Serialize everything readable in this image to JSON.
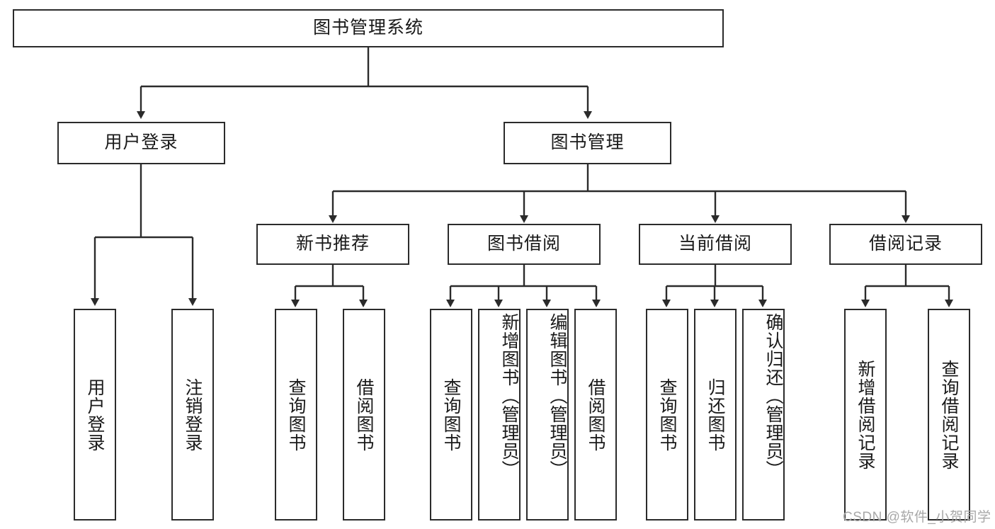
{
  "diagram": {
    "type": "tree-hierarchy-diagram",
    "title_node": {
      "label": "图书管理系统"
    },
    "level2": [
      {
        "id": "user-login",
        "label": "用户登录"
      },
      {
        "id": "book-management",
        "label": "图书管理"
      }
    ],
    "level3": [
      {
        "id": "new-book-recommend",
        "label": "新书推荐"
      },
      {
        "id": "book-borrow",
        "label": "图书借阅"
      },
      {
        "id": "current-borrow",
        "label": "当前借阅"
      },
      {
        "id": "borrow-record",
        "label": "借阅记录"
      }
    ],
    "leaves": [
      {
        "id": "leaf-user-login",
        "label": "用户登录",
        "parent": "用户登录"
      },
      {
        "id": "leaf-logout-login",
        "label": "注销登录",
        "parent": "用户登录"
      },
      {
        "id": "leaf-query-book-1",
        "label": "查询图书",
        "parent": "新书推荐"
      },
      {
        "id": "leaf-borrow-book-1",
        "label": "借阅图书",
        "parent": "新书推荐"
      },
      {
        "id": "leaf-query-book-2",
        "label": "查询图书",
        "parent": "图书借阅"
      },
      {
        "id": "leaf-add-book-admin",
        "label": "新增图书（管理员）",
        "parent": "图书借阅"
      },
      {
        "id": "leaf-edit-book-admin",
        "label": "编辑图书（管理员）",
        "parent": "图书借阅"
      },
      {
        "id": "leaf-borrow-book-2",
        "label": "借阅图书",
        "parent": "图书借阅"
      },
      {
        "id": "leaf-query-book-3",
        "label": "查询图书",
        "parent": "当前借阅"
      },
      {
        "id": "leaf-return-book",
        "label": "归还图书",
        "parent": "当前借阅"
      },
      {
        "id": "leaf-confirm-return-admin",
        "label": "确认归还（管理员）",
        "parent": "当前借阅"
      },
      {
        "id": "leaf-add-borrow-record",
        "label": "新增借阅记录",
        "parent": "借阅记录"
      },
      {
        "id": "leaf-query-borrow-record",
        "label": "查询借阅记录",
        "parent": "借阅记录"
      }
    ]
  },
  "watermark": {
    "text": "CSDN @软件_小贺同学"
  },
  "colors": {
    "stroke": "#2b2b2b",
    "text": "#1a1a1a",
    "background": "#ffffff",
    "watermark": "#a8a8a8"
  }
}
